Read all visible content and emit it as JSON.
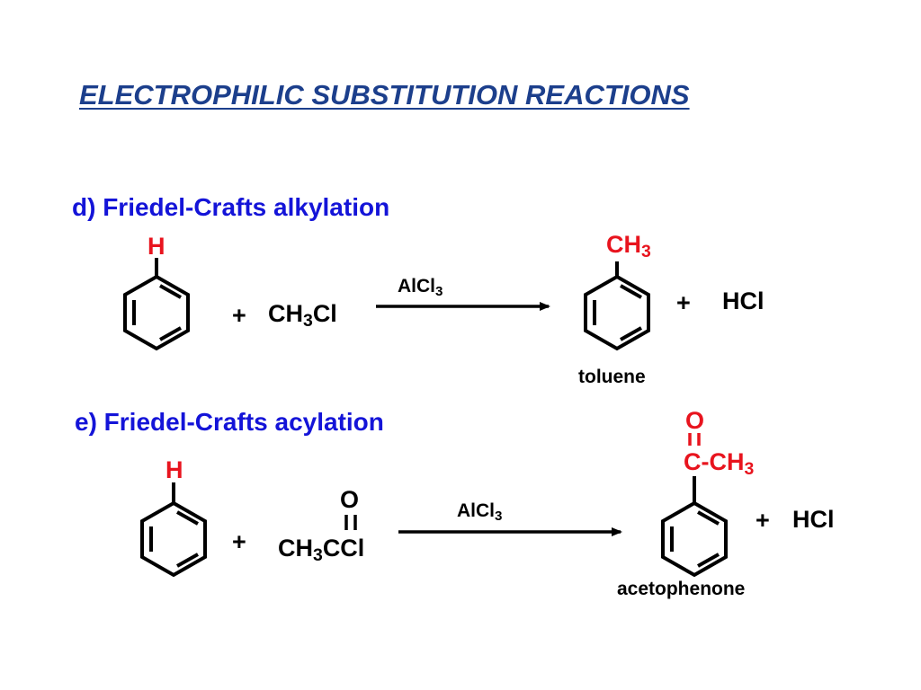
{
  "title": "ELECTROPHILIC SUBSTITUTION REACTIONS",
  "alkylation": {
    "heading": "d) Friedel-Crafts alkylation",
    "reactant_h": "H",
    "plus1": "+",
    "reagent": {
      "main": "CH",
      "sub": "3",
      "tail": "Cl"
    },
    "catalyst": {
      "main": "AlCl",
      "sub": "3"
    },
    "product_group": {
      "main": "CH",
      "sub": "3"
    },
    "plus2": "+",
    "byproduct": "HCl",
    "product_name": "toluene"
  },
  "acylation": {
    "heading": "e) Friedel-Crafts acylation",
    "reactant_h": "H",
    "plus1": "+",
    "reagent_o": "O",
    "reagent": {
      "main": "CH",
      "sub": "3",
      "tail": "CCl"
    },
    "catalyst": {
      "main": "AlCl",
      "sub": "3"
    },
    "product_o": "O",
    "product_group": {
      "c": "C",
      "dash": "-",
      "main": "CH",
      "sub": "3"
    },
    "plus2": "+",
    "byproduct": "HCl",
    "product_name": "acetophenone"
  },
  "colors": {
    "title": "#1c3f8c",
    "heading": "#1414d8",
    "highlight": "#e8141e"
  }
}
